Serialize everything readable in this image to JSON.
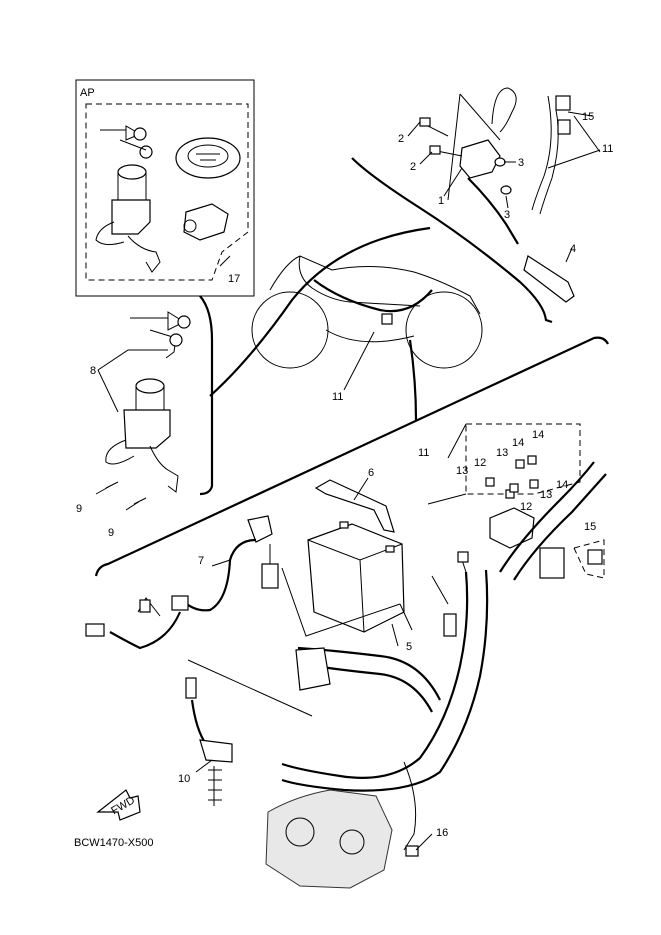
{
  "diagram": {
    "drawing_code": "BCW1470-X500",
    "inset_title": "AP",
    "fwd_label": "FWD",
    "callouts": {
      "c1": "1",
      "c2a": "2",
      "c2b": "2",
      "c3a": "3",
      "c3b": "3",
      "c4": "4",
      "c5": "5",
      "c6": "6",
      "c7": "7",
      "c8": "8",
      "c9a": "9",
      "c9b": "9",
      "c10": "10",
      "c11a": "11",
      "c11b": "11",
      "c11c": "11",
      "c12a": "12",
      "c12b": "12",
      "c13a": "13",
      "c13b": "13",
      "c13c": "13",
      "c14a": "14",
      "c14b": "14",
      "c14c": "14",
      "c15a": "15",
      "c15b": "15",
      "c16": "16",
      "c17": "17"
    }
  }
}
